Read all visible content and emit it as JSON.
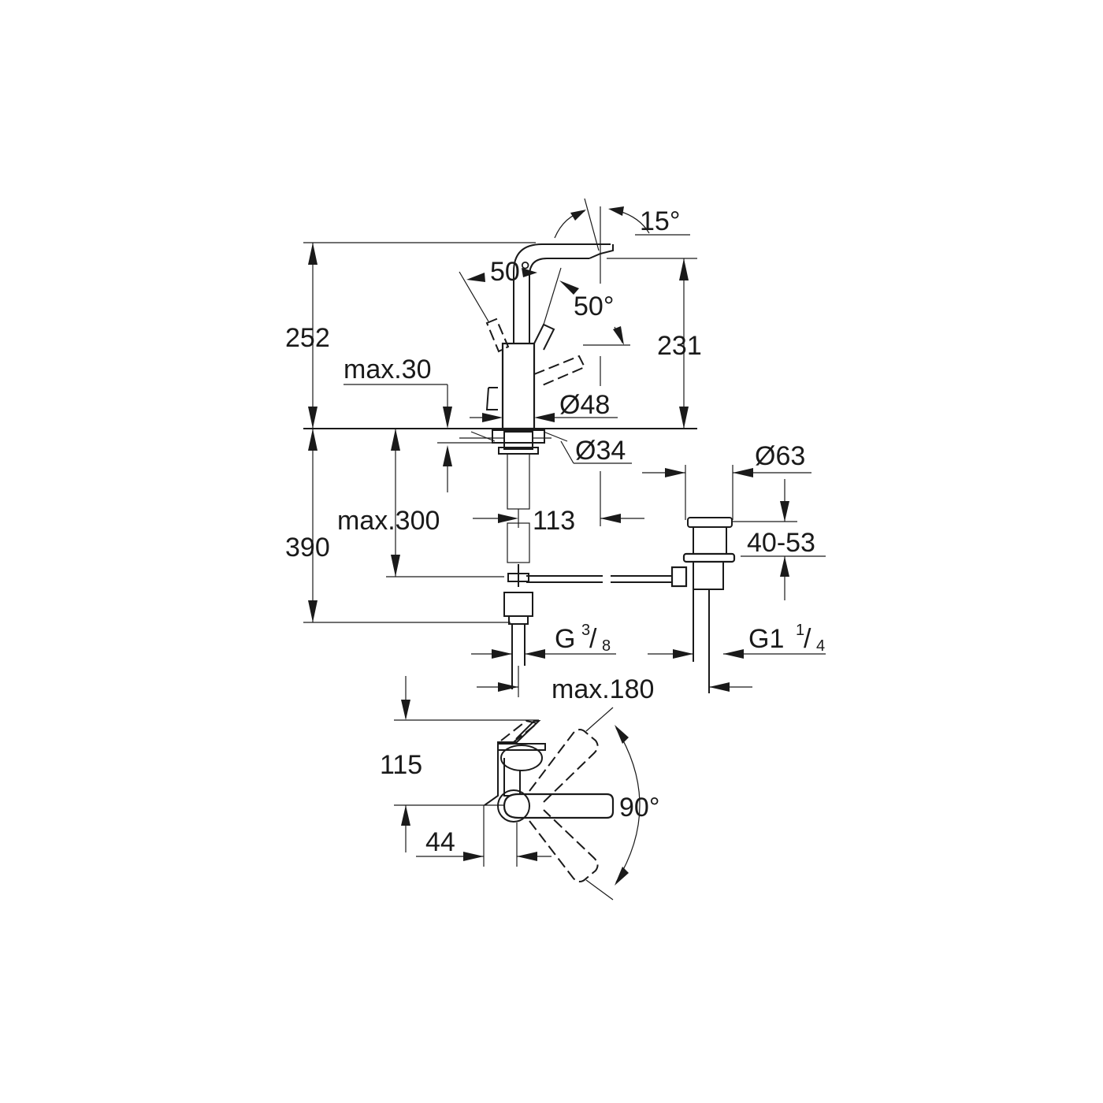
{
  "dimensions": {
    "angle_spout": "15°",
    "angle_lever_a": "50°",
    "angle_lever_b": "50°",
    "height_total": "252",
    "height_spout": "231",
    "max_deck_thickness": "max.30",
    "diameter_body": "Ø48",
    "diameter_shank": "Ø34",
    "diameter_waste": "Ø63",
    "max_hose_length": "max.300",
    "depth_below_deck": "390",
    "spout_offset": "113",
    "waste_range": "40-53",
    "thread_inlet": "G",
    "thread_inlet_num": "3",
    "thread_inlet_den": "8",
    "thread_waste": "G1",
    "thread_waste_num": "1",
    "thread_waste_den": "4",
    "max_center_distance": "max.180",
    "plan_depth": "115",
    "plan_offset": "44",
    "lever_swing": "90°"
  },
  "colors": {
    "line": "#1a1a1a",
    "background": "#ffffff"
  }
}
